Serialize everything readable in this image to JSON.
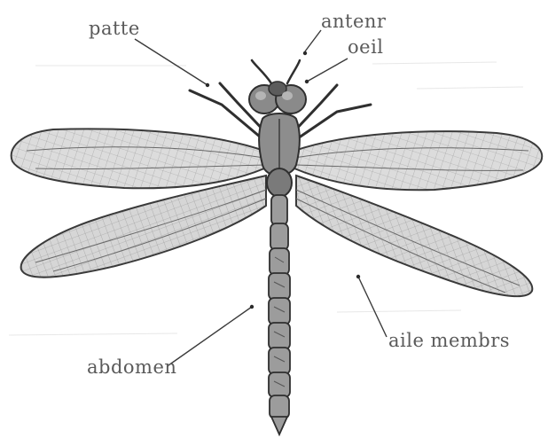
{
  "diagram": {
    "labels": {
      "patte": "patte",
      "antenne": "antenr",
      "oeil": "oeil",
      "aile_membraneuse": "aile membrs",
      "abdomen": "abdomen"
    },
    "colors": {
      "paper": "#ffffff",
      "pencil": "#3a3a3a",
      "wing_fill": "#d9d9d9",
      "label_text": "#5a5a5a"
    }
  }
}
